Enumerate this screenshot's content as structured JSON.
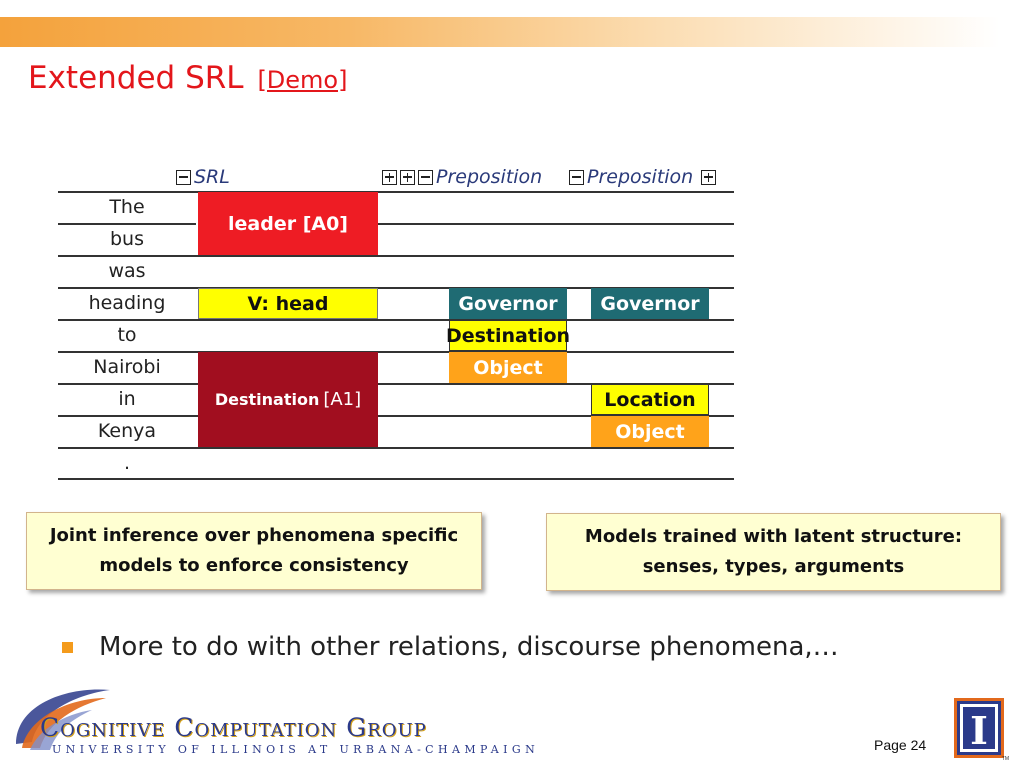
{
  "title": {
    "main": "Extended SRL",
    "demo_link": "[Demo]"
  },
  "srl_table": {
    "headers": [
      "SRL",
      "Preposition",
      "Preposition"
    ],
    "words": [
      "The",
      "bus",
      "was",
      "heading",
      "to",
      "Nairobi",
      "in",
      "Kenya",
      "."
    ],
    "srl": {
      "a0": "leader [A0]",
      "verb": "V: head",
      "a1_label": "Destination",
      "a1_tag": "[A1]"
    },
    "preposition_1": {
      "governor": "Governor",
      "relation": "Destination",
      "object": "Object"
    },
    "preposition_2": {
      "governor": "Governor",
      "relation": "Location",
      "object": "Object"
    }
  },
  "callouts": {
    "left": {
      "line1": "Joint inference over phenomena specific",
      "line2": "models  to enforce consistency"
    },
    "right": {
      "line1": "Models trained with latent structure:",
      "line2": "senses, types, arguments"
    }
  },
  "bullet": "More to do with other relations, discourse phenomena,…",
  "footer": {
    "group_name": "Cognitive Computation Group",
    "university": "UNIVERSITY OF ILLINOIS AT URBANA-CHAMPAIGN",
    "page": "Page 24",
    "logo_letter": "I",
    "tm": "TM"
  },
  "colors": {
    "title_red": "#e3161b",
    "srl_red": "#ee1c24",
    "verb_yellow": "#ffff00",
    "governor_teal": "#1f6b73",
    "object_orange": "#ffa31a",
    "a1_darkred": "#a10e1f",
    "bullet_orange": "#f49b1c",
    "logo_blue": "#2b3a8a",
    "logo_orange": "#e2691c"
  },
  "icons": [
    "collapse-icon",
    "expand-icon",
    "bullet-square-icon",
    "ccg-swirl-logo",
    "illinois-block-i-logo"
  ]
}
